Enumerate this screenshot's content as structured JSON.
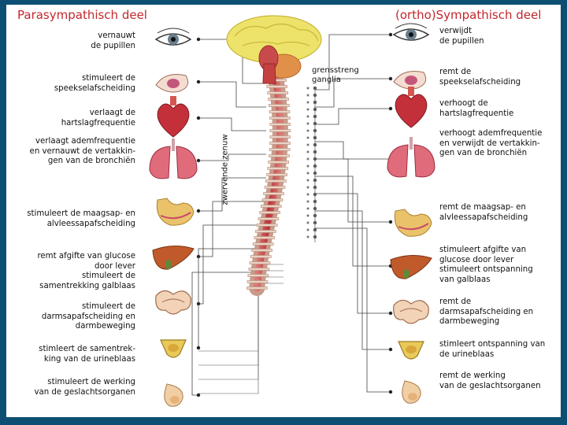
{
  "titles": {
    "left": "Parasympathisch deel",
    "right": "(ortho)Sympathisch deel"
  },
  "labels": {
    "ganglia": [
      "grensstreng",
      "ganglia"
    ],
    "nerve": "zwervende zenuw"
  },
  "parasympathetic": [
    {
      "organ": "eye-icon",
      "lines": [
        "vernauwt",
        "de pupillen"
      ]
    },
    {
      "organ": "salivary-gland-icon",
      "lines": [
        "stimuleert de",
        "speekselafscheiding"
      ]
    },
    {
      "organ": "heart-icon",
      "lines": [
        "verlaagt de",
        "hartslagfrequentie"
      ]
    },
    {
      "organ": "lungs-icon",
      "lines": [
        "verlaagt ademfrequentie",
        "en vernauwt de vertakkin-",
        "gen van de bronchiën"
      ]
    },
    {
      "organ": "stomach-icon",
      "lines": [
        "stimuleert de maagsap- en",
        "alvleessapafscheiding"
      ]
    },
    {
      "organ": "liver-icon",
      "lines": [
        "remt afgifte van glucose",
        "door lever",
        "stimuleert de",
        "samentrekking galblaas"
      ]
    },
    {
      "organ": "intestine-icon",
      "lines": [
        "stimuleert de",
        "darmsapafscheiding en",
        "darmbeweging"
      ]
    },
    {
      "organ": "bladder-icon",
      "lines": [
        "stimleert de samentrek-",
        "king van de urineblaas"
      ]
    },
    {
      "organ": "genital-icon",
      "lines": [
        "stimuleert de werking",
        "van de geslachtsorganen"
      ]
    }
  ],
  "sympathetic": [
    {
      "organ": "eye-icon",
      "lines": [
        "verwijdt",
        "de pupillen"
      ]
    },
    {
      "organ": "salivary-gland-icon",
      "lines": [
        "remt de",
        "speekselafscheiding"
      ]
    },
    {
      "organ": "heart-icon",
      "lines": [
        "verhoogt de",
        "hartslagfrequentie"
      ]
    },
    {
      "organ": "lungs-icon",
      "lines": [
        "verhoogt ademfrequentie",
        "en verwijdt de vertakkin-",
        "gen van de bronchiën"
      ]
    },
    {
      "organ": "stomach-icon",
      "lines": [
        "remt de maagsap- en",
        "alvleessapafscheiding"
      ]
    },
    {
      "organ": "liver-icon",
      "lines": [
        "stimuleert afgifte van",
        "glucose door lever",
        "stimuleert ontspanning",
        "van galblaas"
      ]
    },
    {
      "organ": "intestine-icon",
      "lines": [
        "remt de",
        "darmsapafscheiding en",
        "darmbeweging"
      ]
    },
    {
      "organ": "bladder-icon",
      "lines": [
        "stimleert ontspanning van",
        "de urineblaas"
      ]
    },
    {
      "organ": "genital-icon",
      "lines": [
        "remt de werking",
        "van de geslachtsorganen"
      ]
    }
  ]
}
